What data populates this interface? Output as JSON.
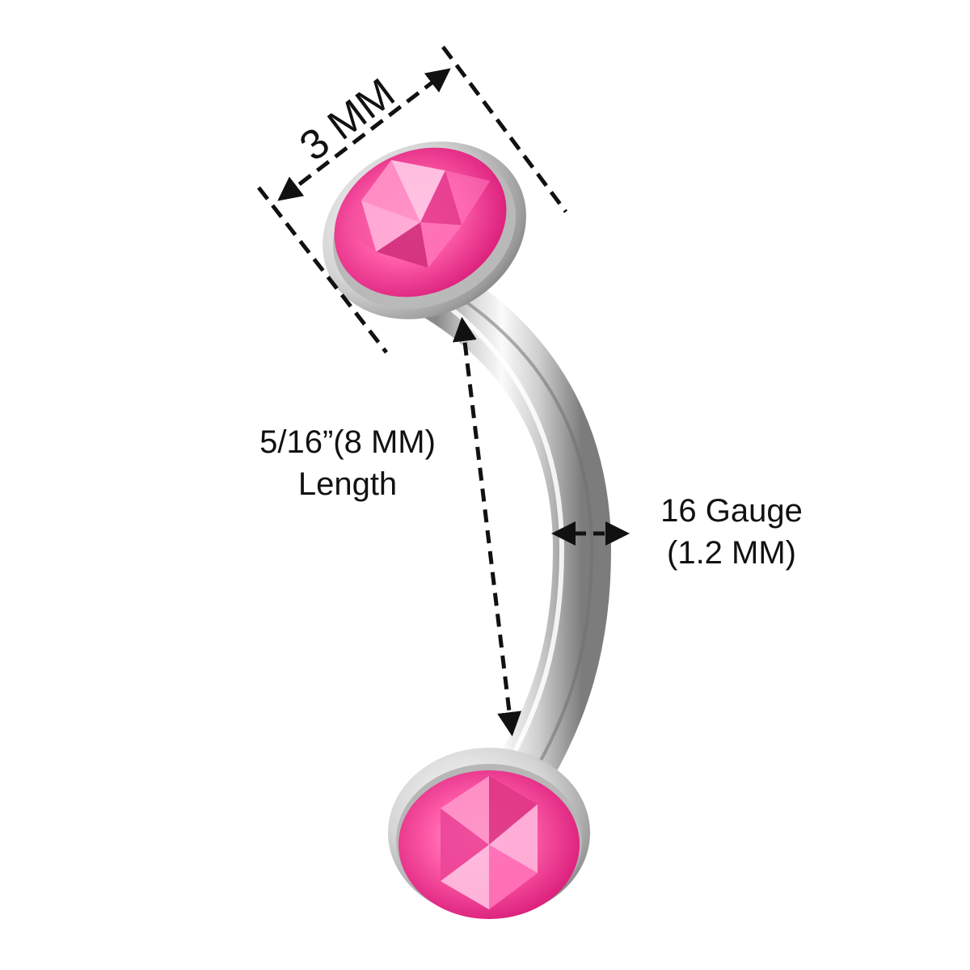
{
  "dimensions": {
    "diameter_label": "3 MM",
    "length_line1": "5/16”(8 MM)",
    "length_line2": "Length",
    "gauge_line1": "16 Gauge",
    "gauge_line2": "(1.2 MM)"
  },
  "colors": {
    "gem_pink": "#ff4fa3",
    "gem_light": "#ff9ccd",
    "gem_dark": "#c4146a",
    "metal_light": "#f4f4f4",
    "metal_mid": "#c8c8c8",
    "metal_dark": "#7a7a7a",
    "annotation": "#111111",
    "background": "#ffffff"
  }
}
